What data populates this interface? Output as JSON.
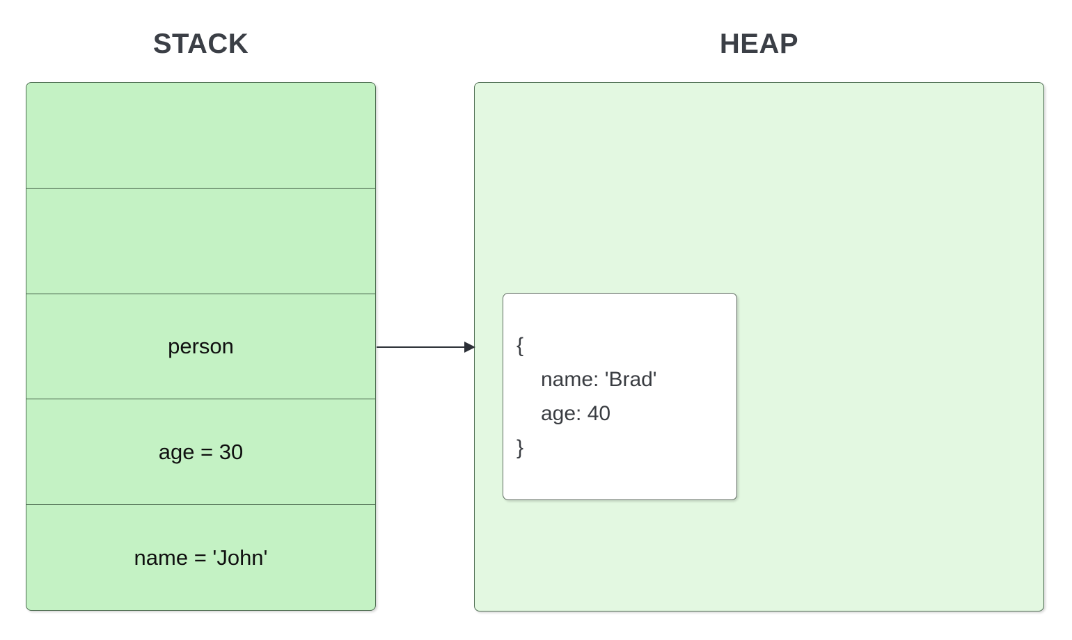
{
  "diagram": {
    "title_stack": "STACK",
    "title_heap": "HEAP",
    "colors": {
      "stack_fill": "#c4f2c4",
      "heap_fill": "#e3f8e1",
      "card_fill": "#ffffff",
      "border": "#4b6b4f",
      "title_text": "#3b3f46",
      "body_text": "#393c41",
      "arrow": "#2b2f36",
      "background": "#ffffff"
    }
  },
  "stack": {
    "label": "STACK",
    "cells": [
      {
        "text": ""
      },
      {
        "text": ""
      },
      {
        "text": "person"
      },
      {
        "text": "age = 30"
      },
      {
        "text": "name = 'John'"
      }
    ]
  },
  "heap": {
    "label": "HEAP",
    "object_card": {
      "lines": [
        {
          "text": "{",
          "indent": false
        },
        {
          "text": "name: 'Brad'",
          "indent": true
        },
        {
          "text": "age: 40",
          "indent": true
        },
        {
          "text": "}",
          "indent": false
        }
      ]
    }
  },
  "connector": {
    "from": "person",
    "to": "object-card",
    "style": "solid-arrow"
  }
}
